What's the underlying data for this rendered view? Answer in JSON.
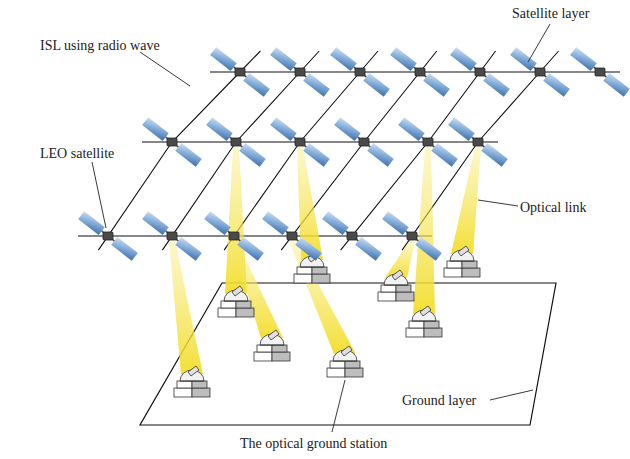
{
  "diagram": {
    "labels": [
      "Satellite layer",
      "ISL using radio wave",
      "LEO satellite",
      "Optical link",
      "Ground layer",
      "The optical ground station"
    ]
  }
}
